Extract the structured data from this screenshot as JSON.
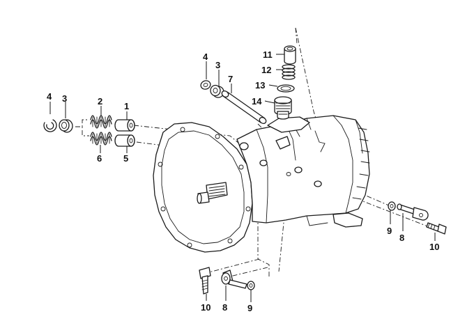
{
  "callouts": [
    {
      "id": "c1",
      "text": "1"
    },
    {
      "id": "c2",
      "text": "2"
    },
    {
      "id": "c3a",
      "text": "3"
    },
    {
      "id": "c4a",
      "text": "4"
    },
    {
      "id": "c5",
      "text": "5"
    },
    {
      "id": "c6",
      "text": "6"
    },
    {
      "id": "c4b",
      "text": "4"
    },
    {
      "id": "c3b",
      "text": "3"
    },
    {
      "id": "c7",
      "text": "7"
    },
    {
      "id": "c11",
      "text": "11"
    },
    {
      "id": "c12",
      "text": "12"
    },
    {
      "id": "c13",
      "text": "13"
    },
    {
      "id": "c14",
      "text": "14"
    },
    {
      "id": "c9a",
      "text": "9"
    },
    {
      "id": "c8a",
      "text": "8"
    },
    {
      "id": "c10a",
      "text": "10"
    },
    {
      "id": "c10b",
      "text": "10"
    },
    {
      "id": "c8b",
      "text": "8"
    },
    {
      "id": "c9b",
      "text": "9"
    }
  ]
}
